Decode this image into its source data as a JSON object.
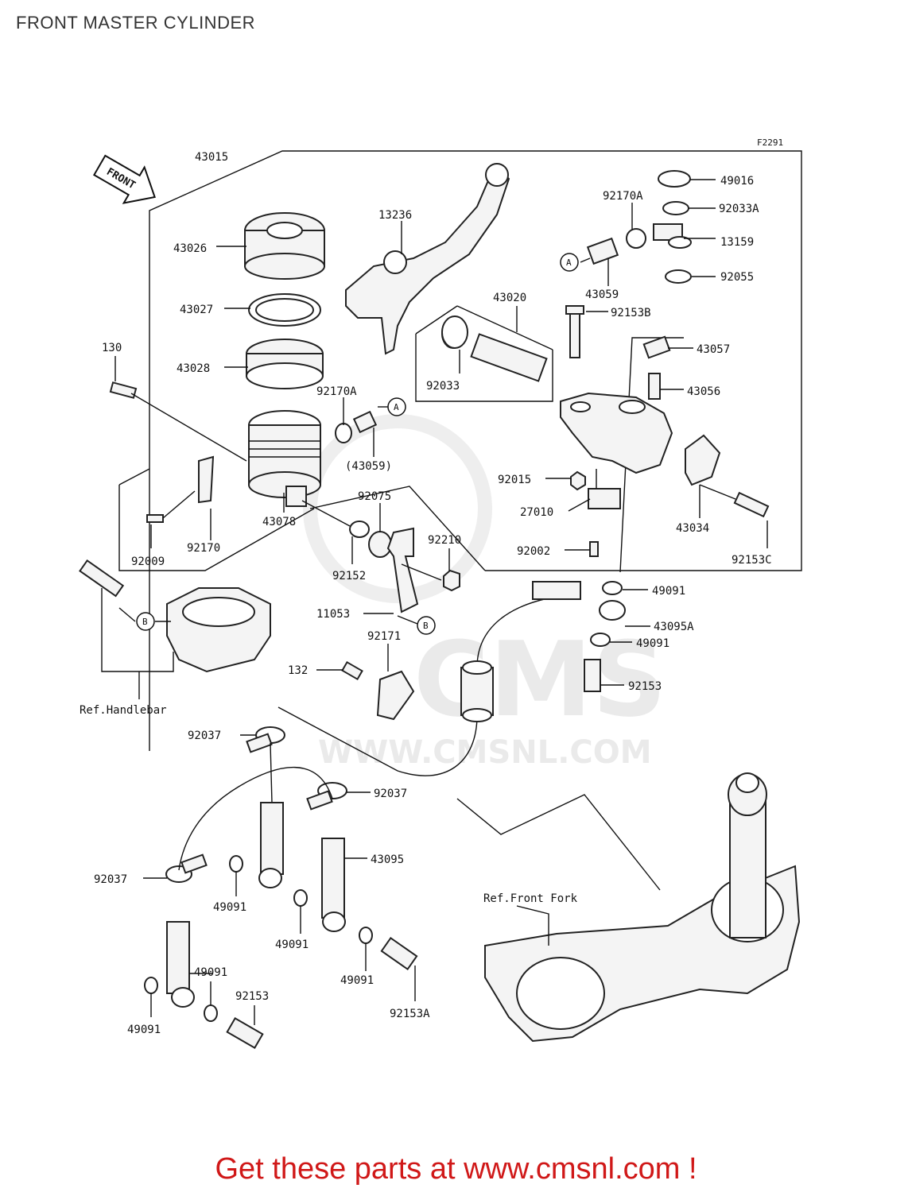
{
  "title": "FRONT MASTER CYLINDER",
  "figure_code": "F2291",
  "front_label": "FRONT",
  "watermark": "WWW.CMSNL.COM",
  "watermark_logo": "CMS",
  "ref_labels": {
    "handlebar": "Ref.Handlebar",
    "front_fork": "Ref.Front Fork"
  },
  "connectors": [
    "A",
    "B"
  ],
  "part_labels": {
    "p43015": "43015",
    "p13236": "13236",
    "p43026": "43026",
    "p43027": "43027",
    "p43028": "43028",
    "p130": "130",
    "p92170A_left": "92170A",
    "p43059_paren": "(43059)",
    "p43078": "43078",
    "p92009": "92009",
    "p92170": "92170",
    "p92075": "92075",
    "p92152": "92152",
    "p92210": "92210",
    "p11053": "11053",
    "p92171": "92171",
    "p132": "132",
    "p43020": "43020",
    "p92033": "92033",
    "p92170A_right": "92170A",
    "p43059": "43059",
    "p92153B": "92153B",
    "p49016": "49016",
    "p92033A": "92033A",
    "p13159": "13159",
    "p92055": "92055",
    "p43057": "43057",
    "p43056": "43056",
    "p92015": "92015",
    "p27010": "27010",
    "p92002": "92002",
    "p43034": "43034",
    "p92153C": "92153C",
    "p49091_a": "49091",
    "p43095A": "43095A",
    "p49091_b": "49091",
    "p92153_a": "92153",
    "p92037_a": "92037",
    "p92037_b": "92037",
    "p92037_c": "92037",
    "p43095": "43095",
    "p49091_c": "49091",
    "p49091_d": "49091",
    "p49091_e": "49091",
    "p49091_f": "49091",
    "p49091_g": "49091",
    "p92153_b": "92153",
    "p92153A": "92153A"
  },
  "footer": "Get these parts at www.cmsnl.com !"
}
